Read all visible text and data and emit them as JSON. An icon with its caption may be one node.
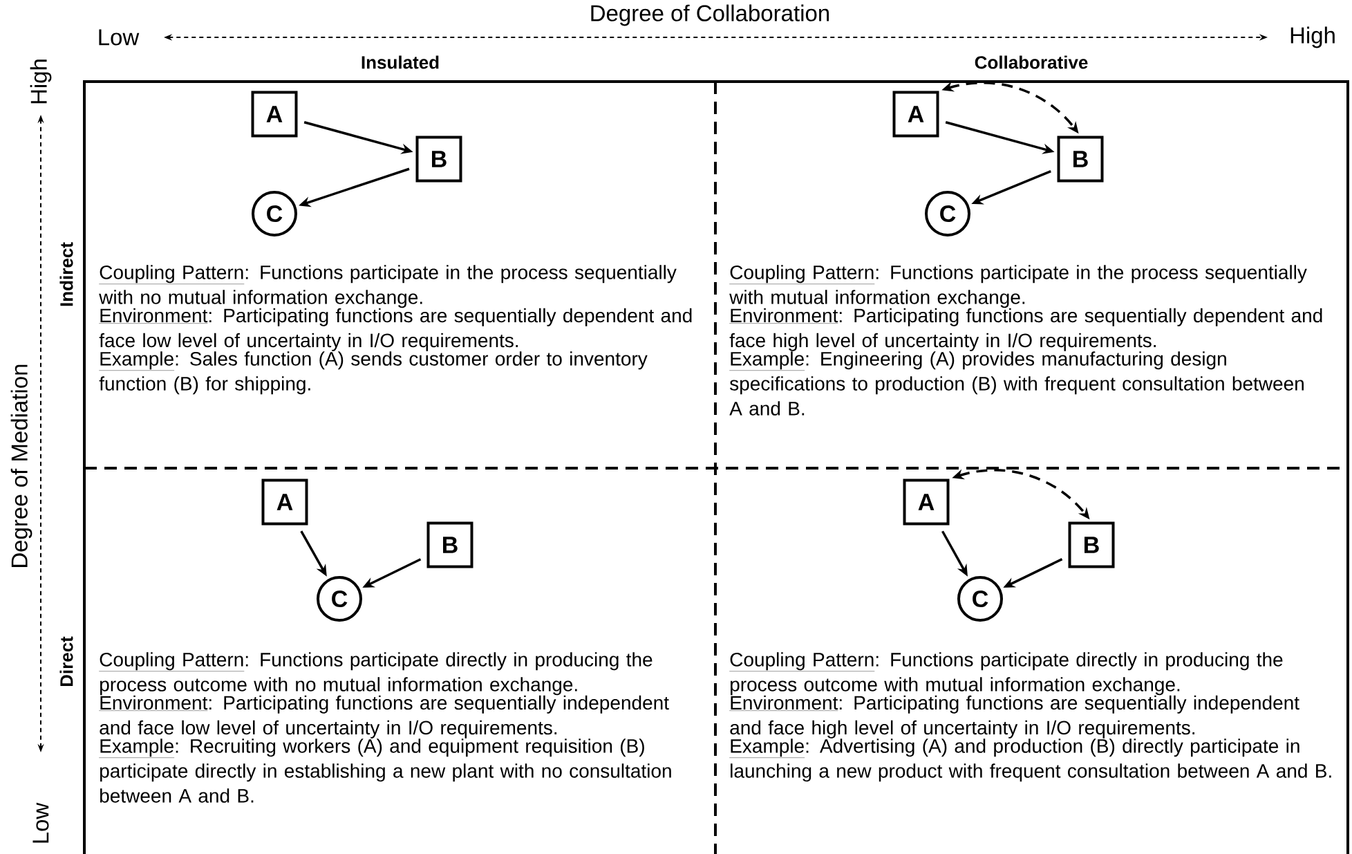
{
  "diagram": {
    "nodes": [
      {
        "text": [
          "A"
        ]
      },
      {
        "text": [
          "B"
        ]
      },
      {
        "text": [
          "C"
        ]
      },
      {
        "text": [
          "A"
        ]
      },
      {
        "text": [
          "B"
        ]
      },
      {
        "text": [
          "C"
        ]
      },
      {
        "text": [
          "A"
        ]
      },
      {
        "text": [
          "B"
        ]
      },
      {
        "text": [
          "C"
        ]
      },
      {
        "text": [
          "A"
        ]
      },
      {
        "text": [
          "B"
        ]
      },
      {
        "text": [
          "C"
        ]
      }
    ],
    "edges": [
      {
        "from": 0,
        "to": 1,
        "arrow": "to"
      },
      {
        "from": 1,
        "to": 2,
        "arrow": "to"
      },
      {
        "from": 3,
        "to": 4,
        "arrow": "to"
      },
      {
        "from": 4,
        "to": 5,
        "arrow": "to"
      },
      {
        "from": 3,
        "to": 4,
        "arrow": "both",
        "style": "dashed"
      },
      {
        "from": 6,
        "to": 8,
        "arrow": "to"
      },
      {
        "from": 7,
        "to": 8,
        "arrow": "to"
      },
      {
        "from": 9,
        "to": 11,
        "arrow": "to"
      },
      {
        "from": 10,
        "to": 11,
        "arrow": "to"
      },
      {
        "from": 9,
        "to": 10,
        "arrow": "both",
        "style": "dashed"
      }
    ],
    "labels": [
      "Degree of Collaboration",
      "Low",
      "High",
      "Insulated",
      "Collaborative",
      "Degree of Mediation",
      "High",
      "Low",
      "Indirect",
      "Direct",
      "Coupling Pattern",
      ": Functions participate in the process sequentially with no mutual information exchange.",
      "Environment",
      ": Participating functions are sequentially dependent and face low level of uncertainty in I/O requirements.",
      "Example",
      ": Sales function (A) sends customer order to inventory function (B) for shipping.",
      "Coupling Pattern",
      ": Functions participate in the process sequentially with mutual information exchange.",
      "Environment",
      ": Participating functions are sequentially dependent and face high level of uncertainty in I/O requirements.",
      "Example",
      ": Engineering (A) provides manufacturing design specifications to production (B) with frequent consultation between A and B.",
      "Coupling Pattern",
      ": Functions participate directly in producing the process outcome with no mutual information exchange.",
      "Environment",
      ": Participating functions are sequentially independent and face low level of uncertainty in I/O requirements.",
      "Example",
      ": Recruiting workers (A) and equipment requisition (B) participate directly in establishing a new plant with no consultation between A and B.",
      "Coupling Pattern",
      ": Functions participate directly in producing the process outcome with mutual information exchange.",
      "Environment",
      ": Participating functions are sequentially independent and face high level of uncertainty in I/O requirements.",
      "Example",
      ": Advertising (A) and production (B) directly participate in launching a new product with frequent consultation between A and B."
    ]
  }
}
